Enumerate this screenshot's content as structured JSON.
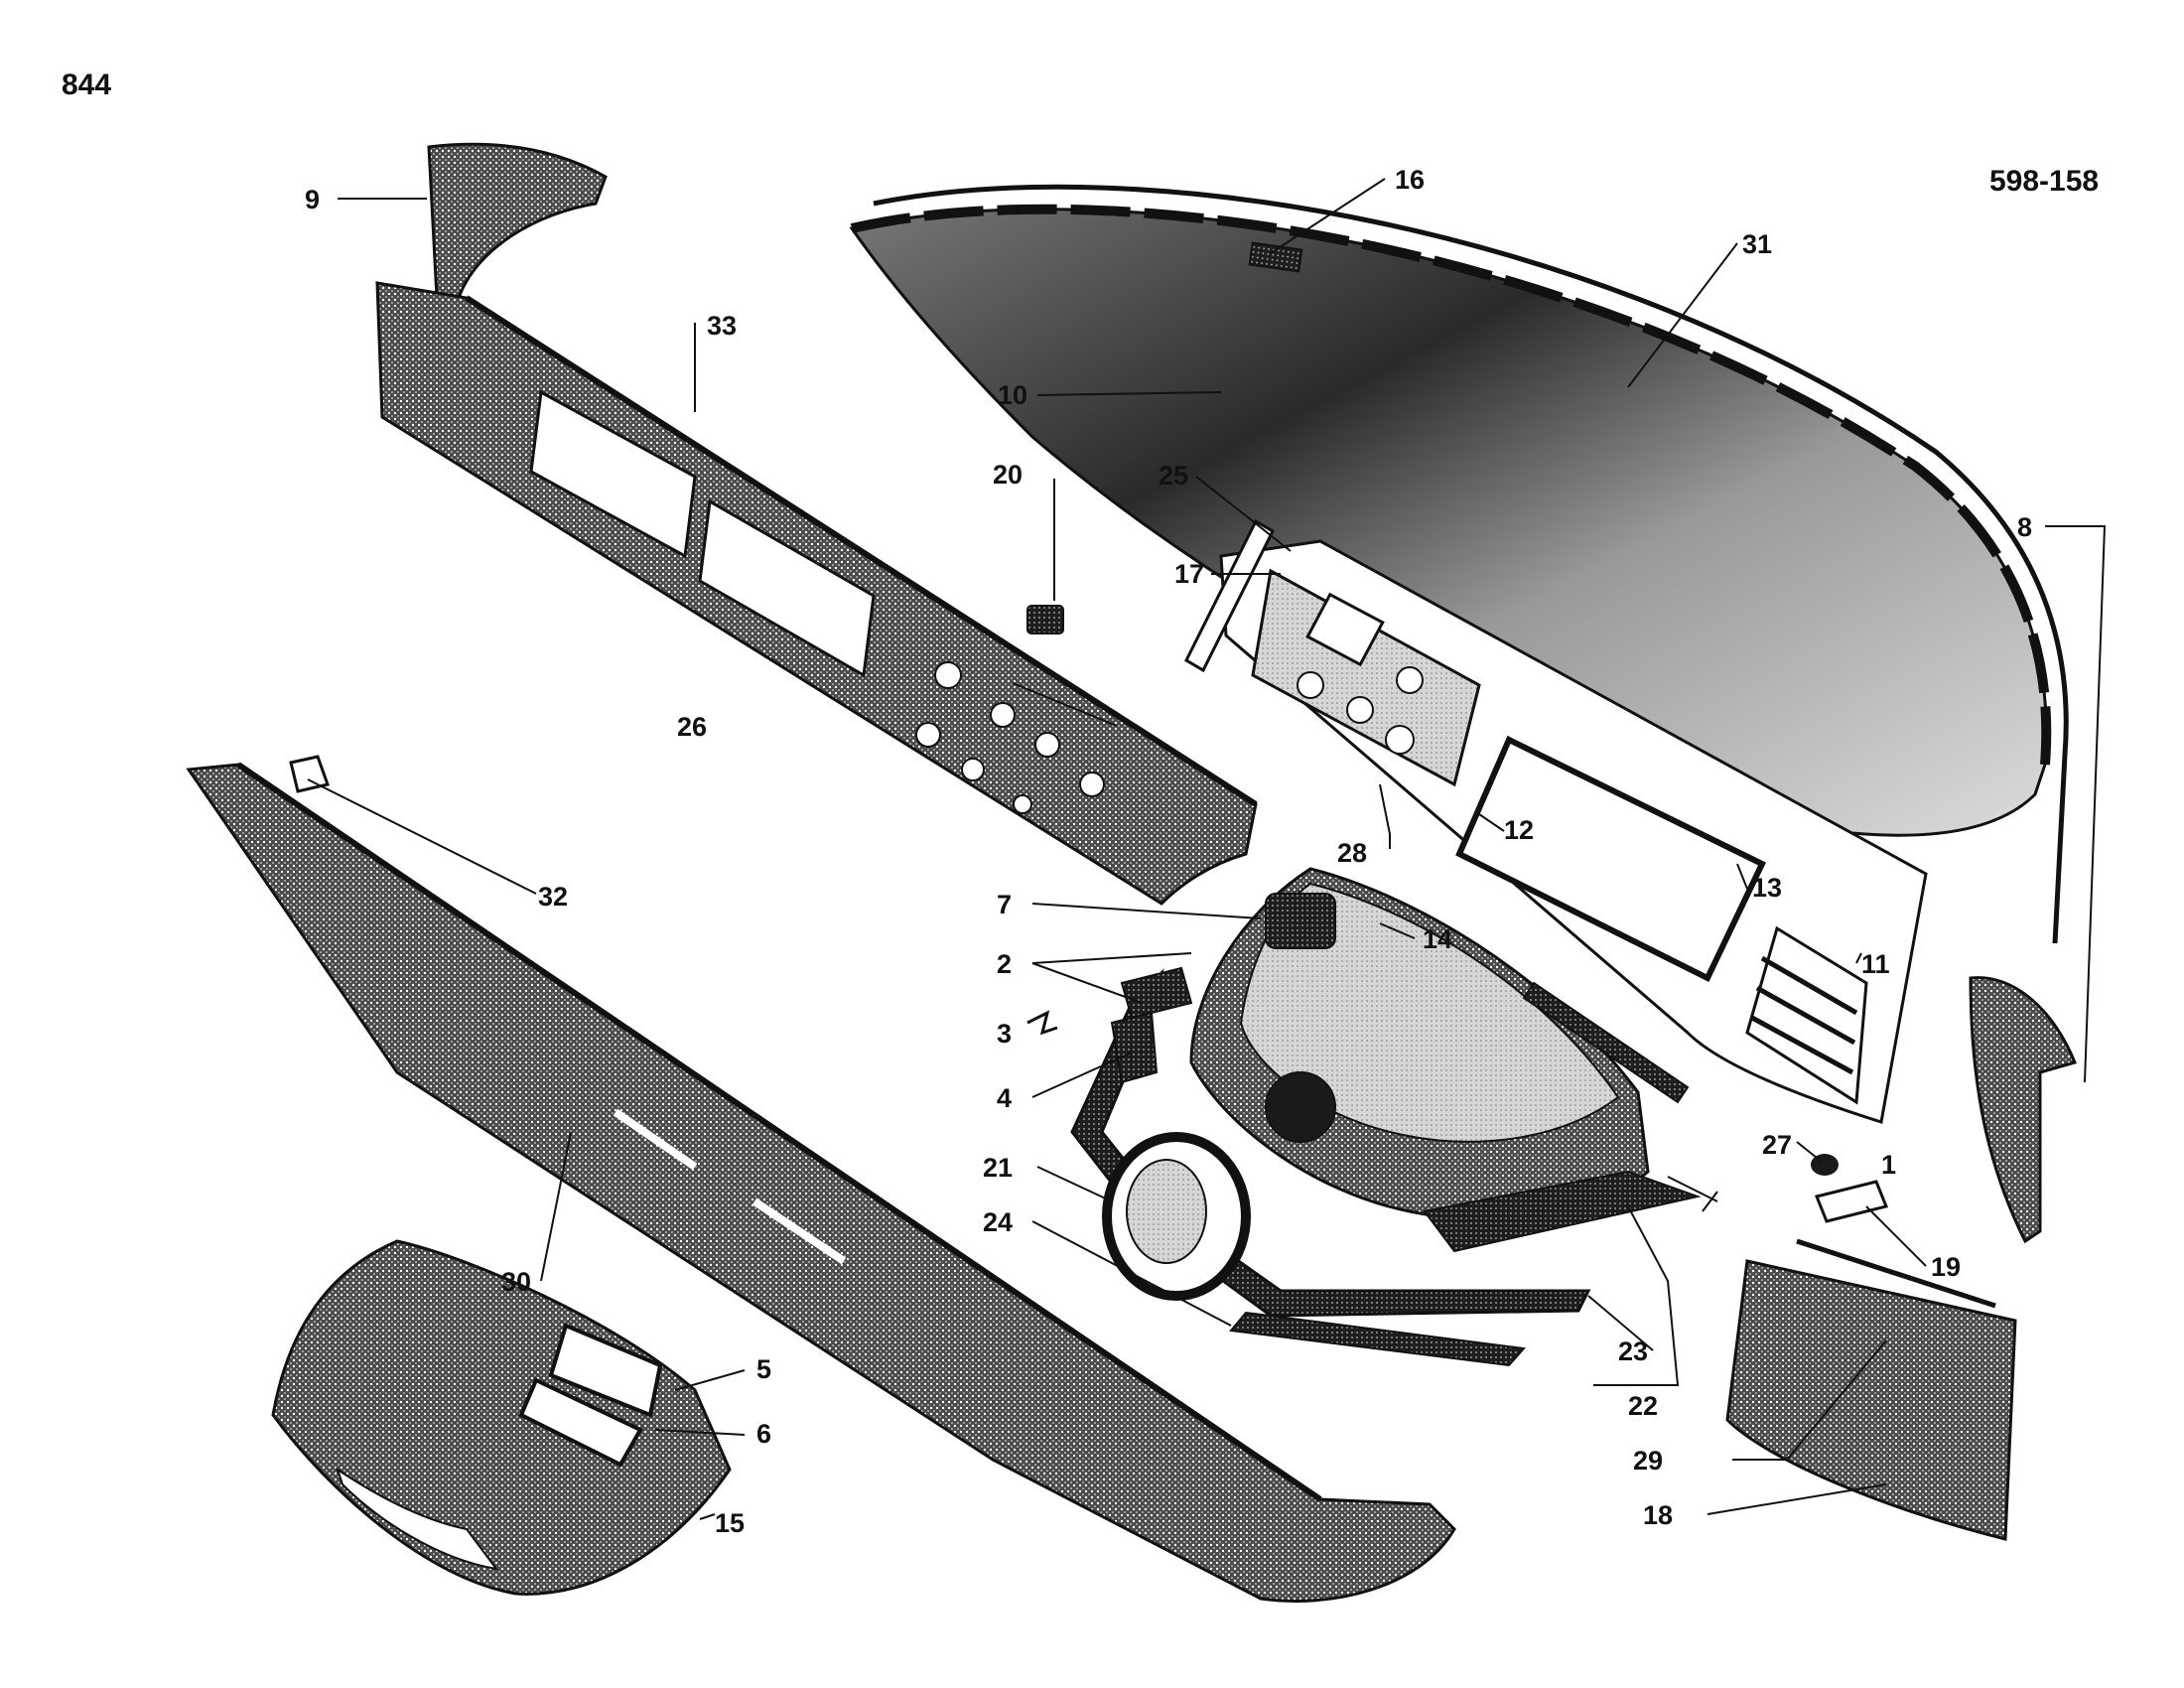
{
  "page_number": "844",
  "figure_code": "598-158",
  "colors": {
    "ink": "#111111",
    "paper": "#ffffff",
    "stipple_dark": "#2a2a2a",
    "stipple_mid": "#6e6e6e",
    "stipple_light": "#c8c8c8"
  },
  "callouts": [
    {
      "id": "1",
      "label": "1"
    },
    {
      "id": "2",
      "label": "2"
    },
    {
      "id": "3",
      "label": "3"
    },
    {
      "id": "4",
      "label": "4"
    },
    {
      "id": "5",
      "label": "5"
    },
    {
      "id": "6",
      "label": "6"
    },
    {
      "id": "7",
      "label": "7"
    },
    {
      "id": "8",
      "label": "8"
    },
    {
      "id": "9",
      "label": "9"
    },
    {
      "id": "10",
      "label": "10"
    },
    {
      "id": "11",
      "label": "11"
    },
    {
      "id": "12",
      "label": "12"
    },
    {
      "id": "13",
      "label": "13"
    },
    {
      "id": "14",
      "label": "14"
    },
    {
      "id": "15",
      "label": "15"
    },
    {
      "id": "16",
      "label": "16"
    },
    {
      "id": "17",
      "label": "17"
    },
    {
      "id": "18",
      "label": "18"
    },
    {
      "id": "19",
      "label": "19"
    },
    {
      "id": "20",
      "label": "20"
    },
    {
      "id": "21",
      "label": "21"
    },
    {
      "id": "22",
      "label": "22"
    },
    {
      "id": "23",
      "label": "23"
    },
    {
      "id": "24",
      "label": "24"
    },
    {
      "id": "25",
      "label": "25"
    },
    {
      "id": "26",
      "label": "26"
    },
    {
      "id": "27",
      "label": "27"
    },
    {
      "id": "28",
      "label": "28"
    },
    {
      "id": "29",
      "label": "29"
    },
    {
      "id": "30",
      "label": "30"
    },
    {
      "id": "31",
      "label": "31"
    },
    {
      "id": "32",
      "label": "32"
    },
    {
      "id": "33",
      "label": "33"
    }
  ]
}
